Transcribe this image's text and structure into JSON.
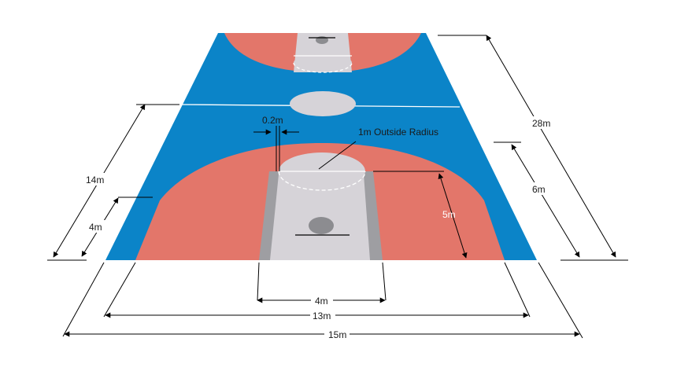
{
  "labels": {
    "court_length": "28m",
    "half_court": "14m",
    "four_m_left": "4m",
    "six_m": "6m",
    "five_m": "5m",
    "key_width": "4m",
    "court_width_inner": "13m",
    "court_width_outer": "15m",
    "line_gap": "0.2m",
    "outside_radius": "1m Outside Radius"
  },
  "colors": {
    "court_blue": "#0b84c8",
    "zone_red": "#e3766a",
    "key_grey": "#d6d3d8",
    "key_edge": "#9e9ea2",
    "hoop_grey": "#8c8c90",
    "circle_grey": "#d6d3d8",
    "line_white": "#ffffff",
    "dim_black": "#000000"
  }
}
